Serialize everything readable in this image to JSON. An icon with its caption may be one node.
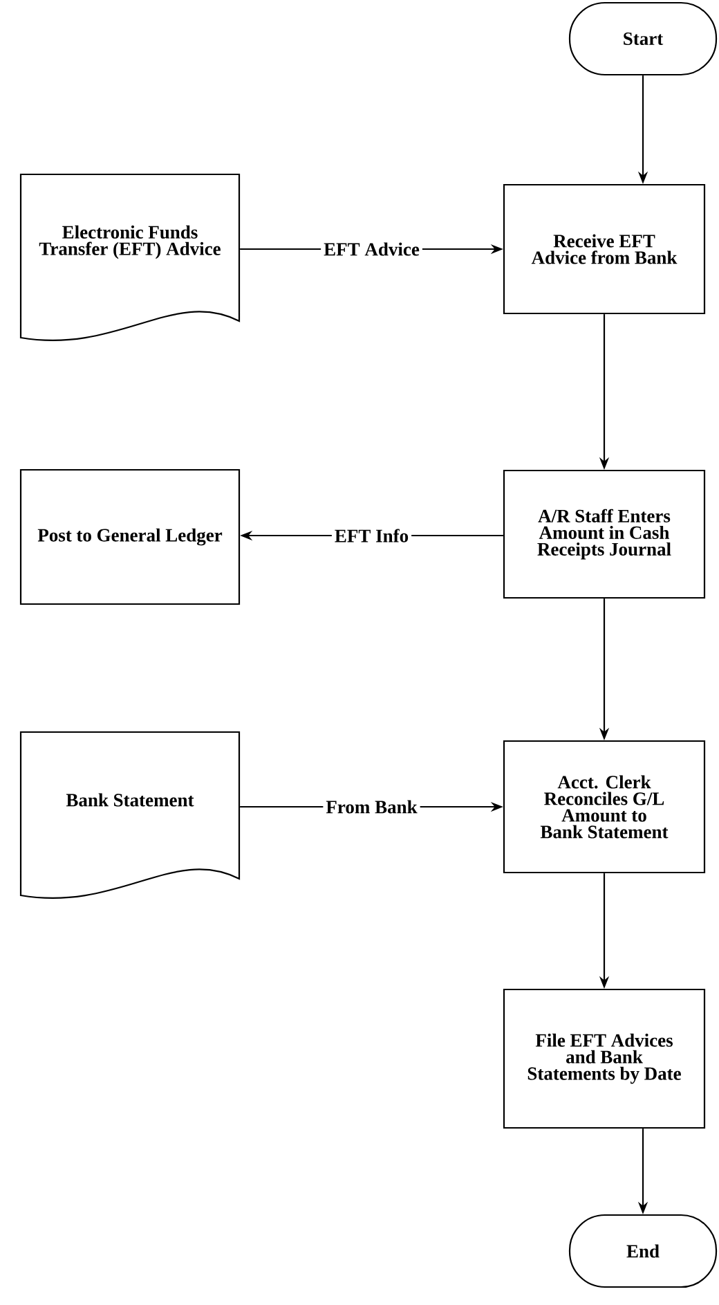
{
  "diagram": {
    "nodes": [
      {
        "text": [
          "Start"
        ]
      },
      {
        "text": [
          "Electronic Funds Transfer (EFT) Advice"
        ]
      },
      {
        "text": [
          "Receive EFT Advice from Bank"
        ]
      },
      {
        "text": [
          "Post to General Ledger"
        ]
      },
      {
        "text": [
          "A/R Staff Enters Amount in Cash Receipts Journal"
        ]
      },
      {
        "text": [
          "Bank Statement"
        ]
      },
      {
        "text": [
          "Acct. Clerk Reconciles G/L Amount to Bank Statement"
        ]
      },
      {
        "text": [
          "File EFT Advices and Bank Statements by Date"
        ]
      },
      {
        "text": [
          "End"
        ]
      }
    ],
    "edges": [
      {
        "from": 0,
        "to": 2,
        "arrow": "to"
      },
      {
        "from": 1,
        "to": 2,
        "arrow": "to",
        "label": "EFT Advice"
      },
      {
        "from": 2,
        "to": 4,
        "arrow": "to"
      },
      {
        "from": 4,
        "to": 3,
        "arrow": "to",
        "label": "EFT Info"
      },
      {
        "from": 4,
        "to": 6,
        "arrow": "to"
      },
      {
        "from": 5,
        "to": 6,
        "arrow": "to",
        "label": "From Bank"
      },
      {
        "from": 6,
        "to": 7,
        "arrow": "to"
      },
      {
        "from": 7,
        "to": 8,
        "arrow": "to"
      }
    ]
  }
}
